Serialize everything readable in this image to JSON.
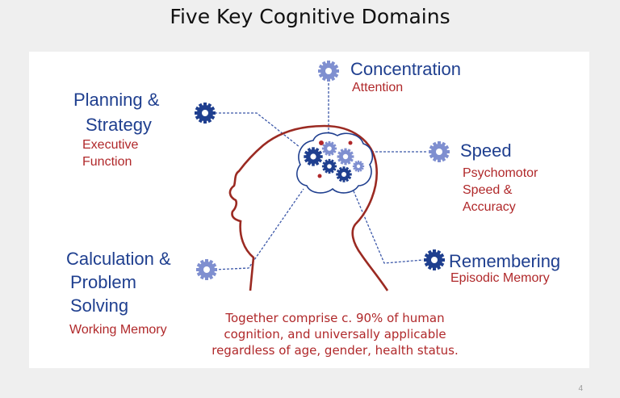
{
  "title": "Five Key Cognitive Domains",
  "domains": {
    "concentration": {
      "name": "Concentration",
      "sub": "Attention"
    },
    "planning": {
      "name_line1": "Planning &",
      "name_line2": "Strategy",
      "sub_line1": "Executive",
      "sub_line2": "Function"
    },
    "speed": {
      "name": "Speed",
      "sub_line1": "Psychomotor",
      "sub_line2": "Speed &",
      "sub_line3": "Accuracy"
    },
    "calculation": {
      "name_line1": "Calculation &",
      "name_line2": "Problem",
      "name_line3": "Solving",
      "sub": "Working Memory"
    },
    "remembering": {
      "name": "Remembering",
      "sub": "Episodic Memory"
    }
  },
  "note": {
    "line1": "Together comprise c. 90% of human",
    "line2": "cognition, and universally applicable",
    "line3": "regardless of age, gender, health status."
  },
  "page_number": "4",
  "colors": {
    "heading_blue": "#1f3f8f",
    "label_red": "#b0282a",
    "head_outline": "#9b2a22",
    "gear_blue": "#1f3f8f",
    "gear_light": "#7f8fd0"
  },
  "icons": [
    "gear-icon",
    "head-outline",
    "brain-outline"
  ]
}
